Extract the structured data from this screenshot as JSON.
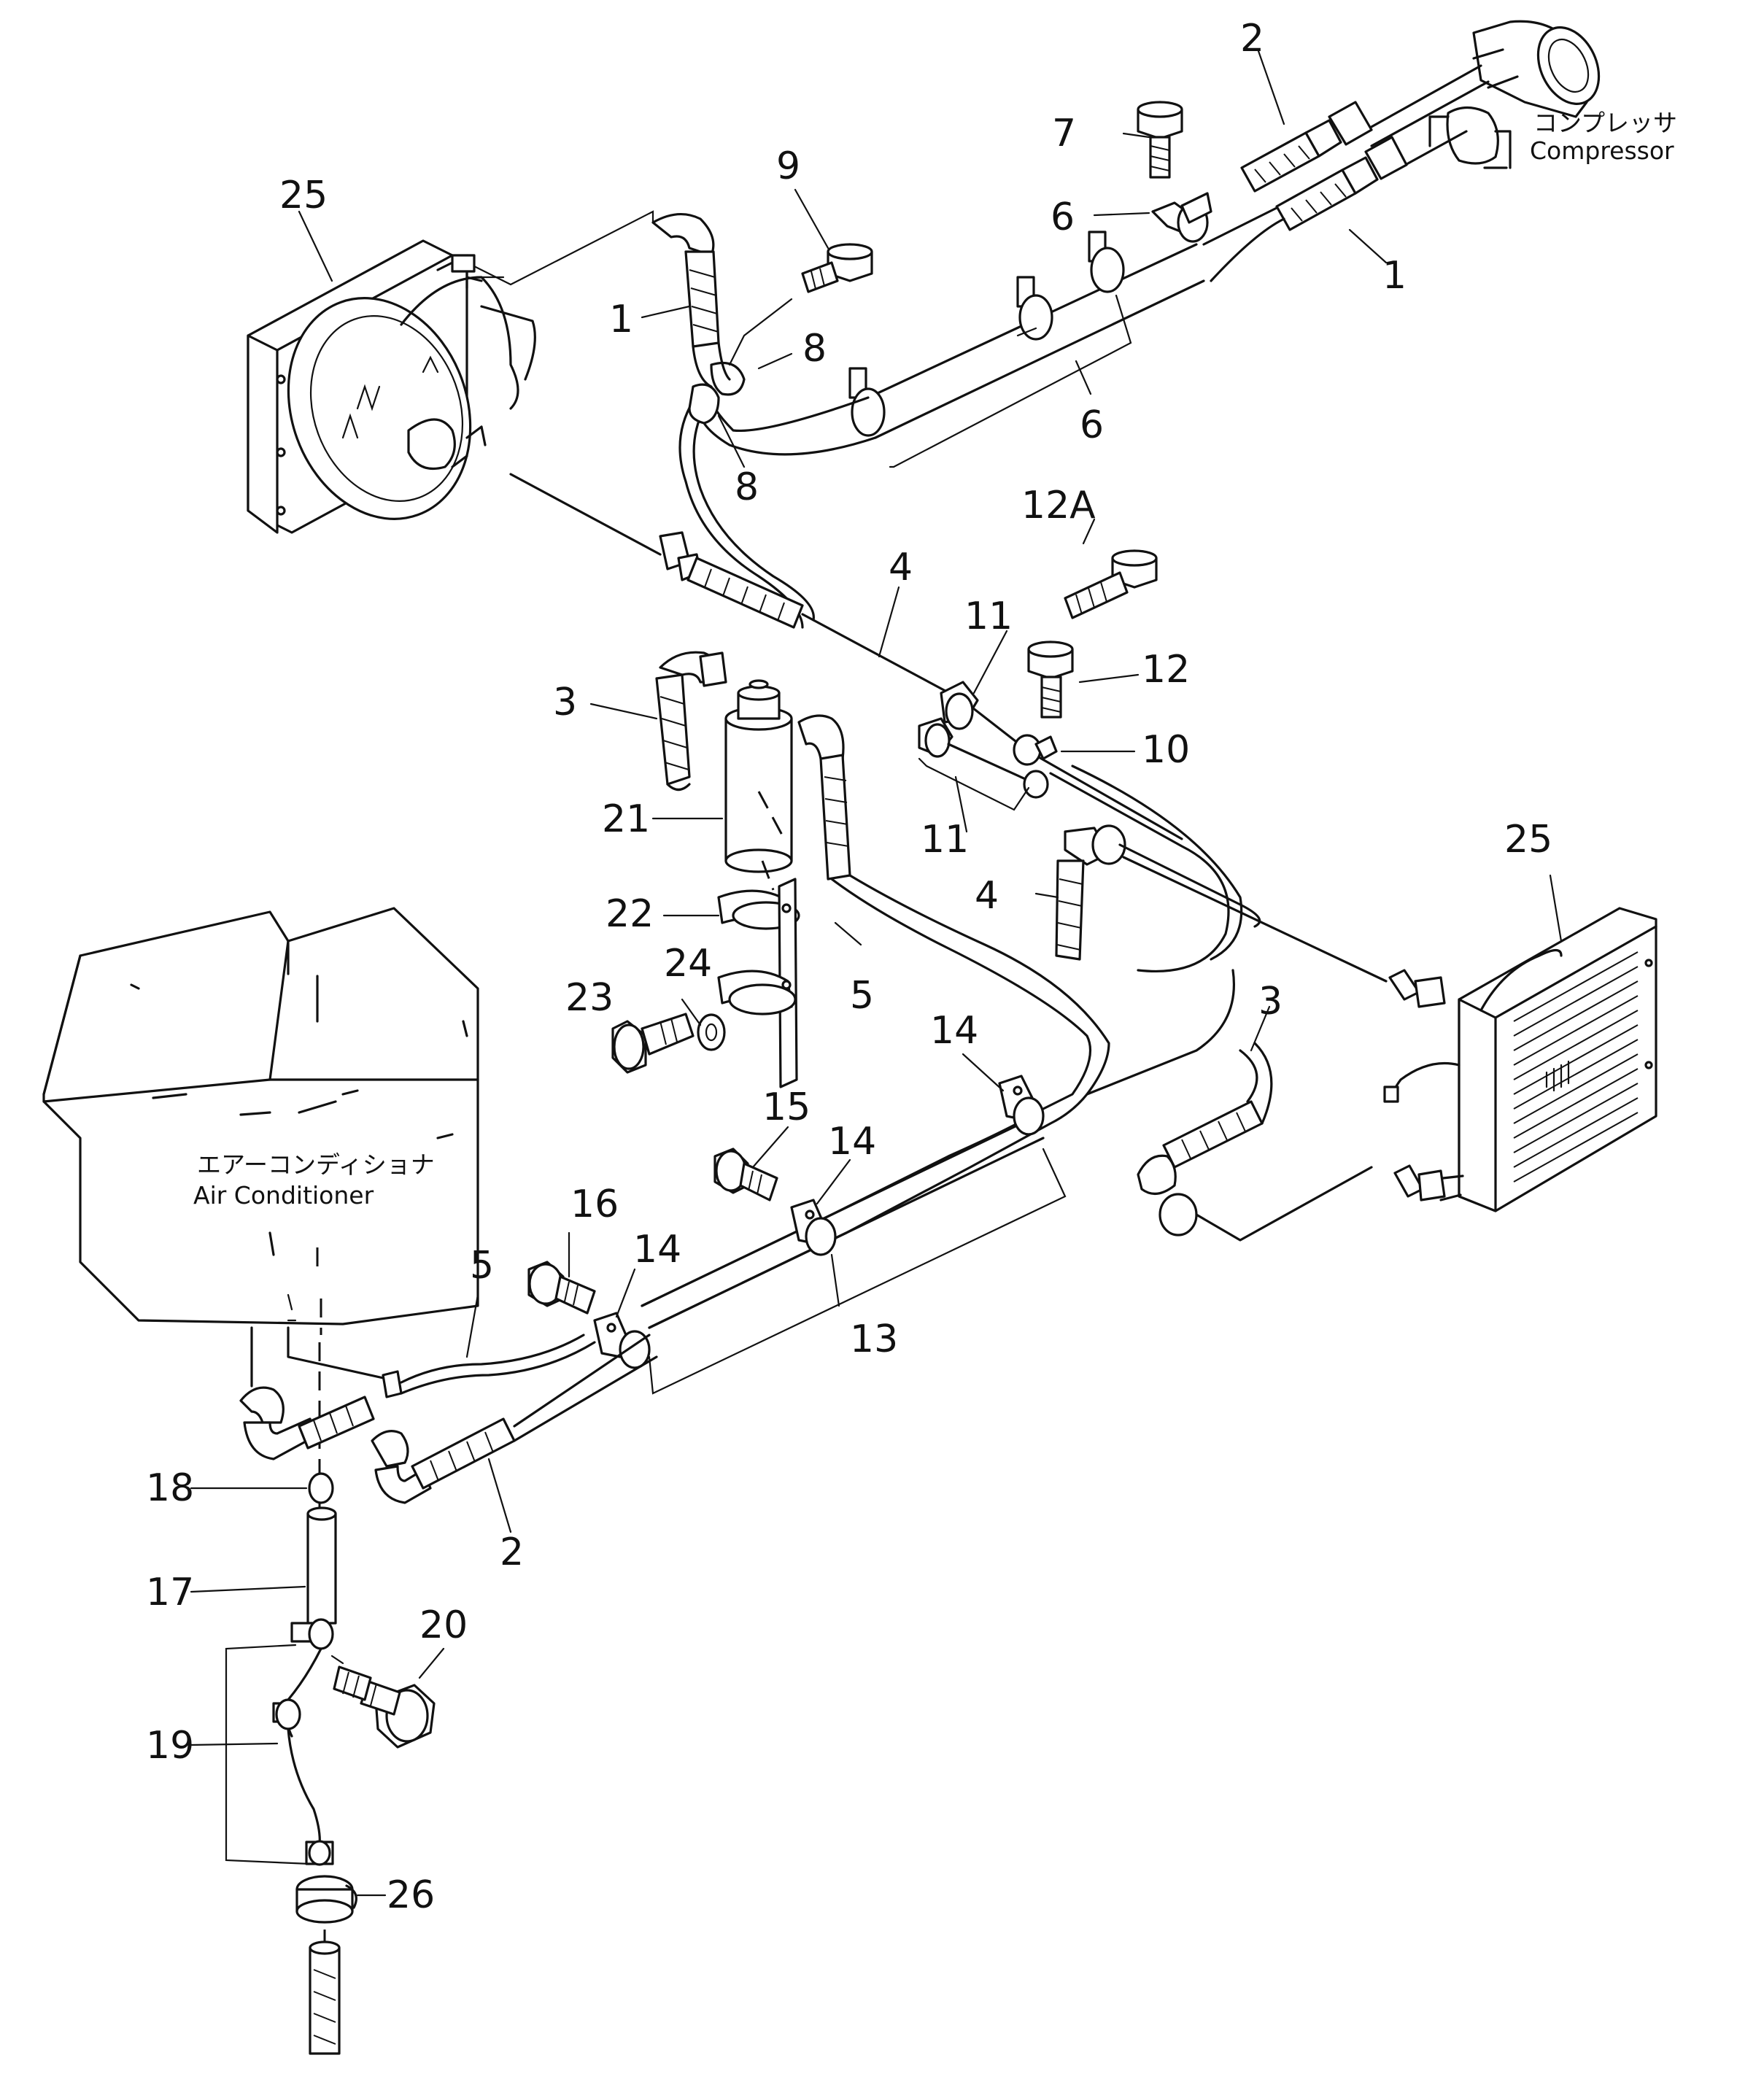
{
  "labels": {
    "compressor_jp": "コンプレッサ",
    "compressor_en": "Compressor",
    "aircon_jp": "エアーコンディショナ",
    "aircon_en": "Air Conditioner"
  },
  "callouts": {
    "n1": "1",
    "n1b": "1",
    "n2": "2",
    "n2b": "2",
    "n3": "3",
    "n3b": "3",
    "n4": "4",
    "n4b": "4",
    "n5": "5",
    "n5b": "5",
    "n6": "6",
    "n6b": "6",
    "n7": "7",
    "n8": "8",
    "n8b": "8",
    "n9": "9",
    "n10": "10",
    "n11": "11",
    "n11b": "11",
    "n12": "12",
    "n12a": "12A",
    "n13": "13",
    "n14": "14",
    "n14b": "14",
    "n14c": "14",
    "n15": "15",
    "n16": "16",
    "n17": "17",
    "n18": "18",
    "n19": "19",
    "n20": "20",
    "n21": "21",
    "n22": "22",
    "n23": "23",
    "n24": "24",
    "n25": "25",
    "n25b": "25",
    "n26": "26"
  }
}
